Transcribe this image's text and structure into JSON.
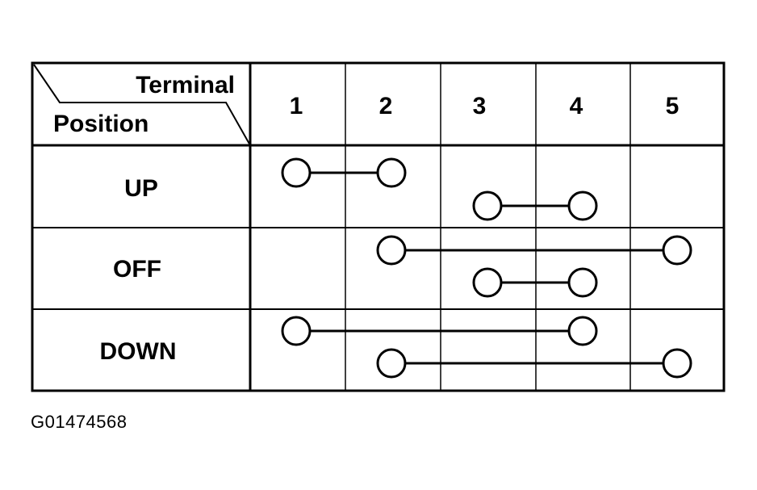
{
  "table": {
    "corner_top": "Terminal",
    "corner_bottom": "Position",
    "terminals": [
      "1",
      "2",
      "3",
      "4",
      "5"
    ],
    "positions": [
      "UP",
      "OFF",
      "DOWN"
    ]
  },
  "continuity": [
    {
      "position": "UP",
      "connections": [
        [
          "1",
          "2"
        ],
        [
          "3",
          "4"
        ]
      ]
    },
    {
      "position": "OFF",
      "connections": [
        [
          "2",
          "5"
        ],
        [
          "3",
          "4"
        ]
      ]
    },
    {
      "position": "DOWN",
      "connections": [
        [
          "1",
          "4"
        ],
        [
          "2",
          "5"
        ]
      ]
    }
  ],
  "colors": {
    "line": "#000000",
    "background": "#ffffff"
  },
  "figure_id": "G01474568"
}
